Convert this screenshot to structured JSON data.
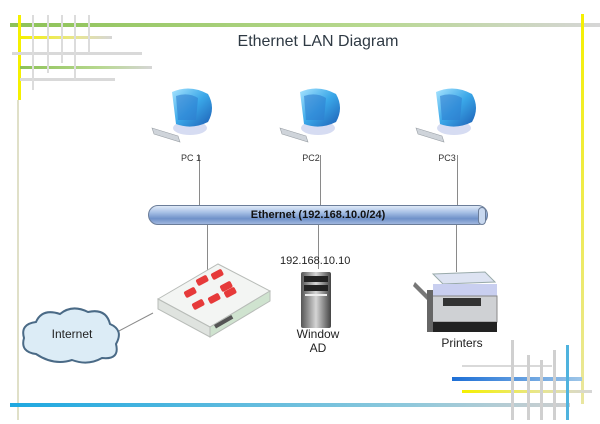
{
  "title": "Ethernet LAN Diagram",
  "network": {
    "bus_label": "Ethernet (192.168.10.0/24)"
  },
  "nodes": {
    "pcs": [
      {
        "label": "PC 1",
        "icon": "desktop-computer-icon"
      },
      {
        "label": "PC2",
        "icon": "desktop-computer-icon"
      },
      {
        "label": "PC3",
        "icon": "desktop-computer-icon"
      }
    ],
    "firewall": {
      "icon": "firewall-appliance-icon"
    },
    "internet": {
      "label": "Internet",
      "icon": "cloud-icon"
    },
    "server": {
      "ip": "192.168.10.10",
      "label_line1": "Window",
      "label_line2": "AD",
      "icon": "tower-server-icon"
    },
    "printer": {
      "label": "Printers",
      "icon": "printer-icon"
    }
  },
  "colors": {
    "accent_green": "#8dc257",
    "accent_yellow": "#f5f000",
    "accent_blue": "#1ea8e0",
    "bus_blue": "#6f91c9",
    "firewall_red": "#e63a3a"
  }
}
